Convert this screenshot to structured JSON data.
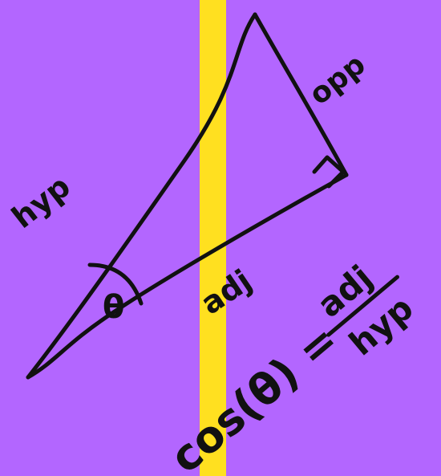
{
  "colors": {
    "background": "#b366ff",
    "stripe": "#ffe020",
    "ink": "#111111"
  },
  "labels": {
    "hyp": "hyp",
    "opp": "opp",
    "adj": "adj",
    "theta": "θ"
  },
  "formula": {
    "lhs": "cos(θ) =",
    "numerator": "adj",
    "denominator": "hyp"
  }
}
